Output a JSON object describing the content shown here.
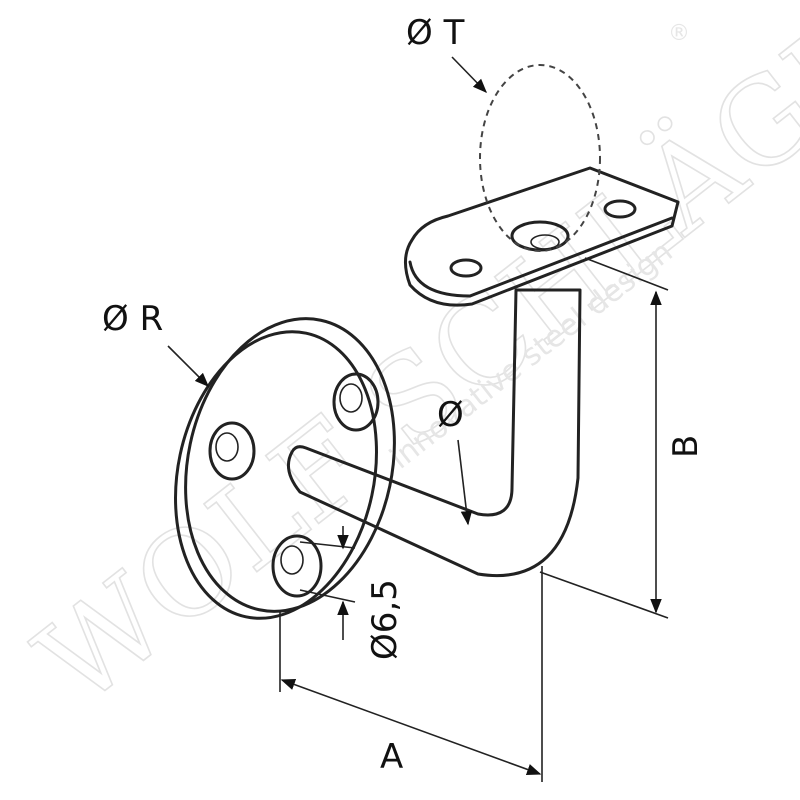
{
  "labels": {
    "diameter_t": "Ø T",
    "diameter_r": "Ø R",
    "diameter": "Ø",
    "hole_diameter": "Ø6,5",
    "dimension_a": "A",
    "dimension_b": "B"
  },
  "watermark": {
    "brand": "WOLF SCHLÄGER",
    "reg_mark": "®",
    "tagline": "innovative steel design"
  },
  "colors": {
    "line": "#222222",
    "watermark": "#e2e2e2",
    "background": "#ffffff"
  }
}
